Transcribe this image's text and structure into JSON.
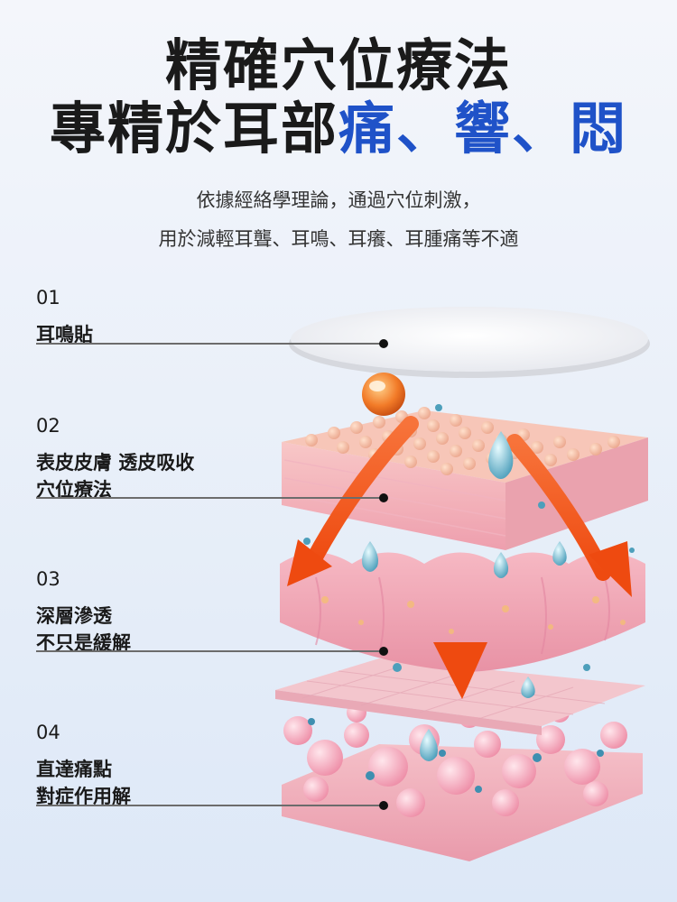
{
  "heading": {
    "line1": "精確穴位療法",
    "line2_dark": "專精於耳部",
    "line2_accent": "痛、響、悶"
  },
  "description": {
    "line1": "依據經絡學理論，通過穴位刺激，",
    "line2": "用於減輕耳聾、耳鳴、耳癢、耳腫痛等不適"
  },
  "steps": [
    {
      "num": "01",
      "lines": [
        "耳鳴貼"
      ]
    },
    {
      "num": "02",
      "lines": [
        "表皮皮膚 透皮吸收",
        "穴位療法"
      ]
    },
    {
      "num": "03",
      "lines": [
        "深層滲透",
        "不只是緩解"
      ]
    },
    {
      "num": "04",
      "lines": [
        "直達痛點",
        "對症作用解"
      ]
    }
  ],
  "colors": {
    "accent": "#1f52c8",
    "title": "#1a1a1a",
    "skin_pink": "#f2a7b5",
    "arrow_orange": "#f25a1c",
    "droplet_blue": "#5fb0c8"
  }
}
